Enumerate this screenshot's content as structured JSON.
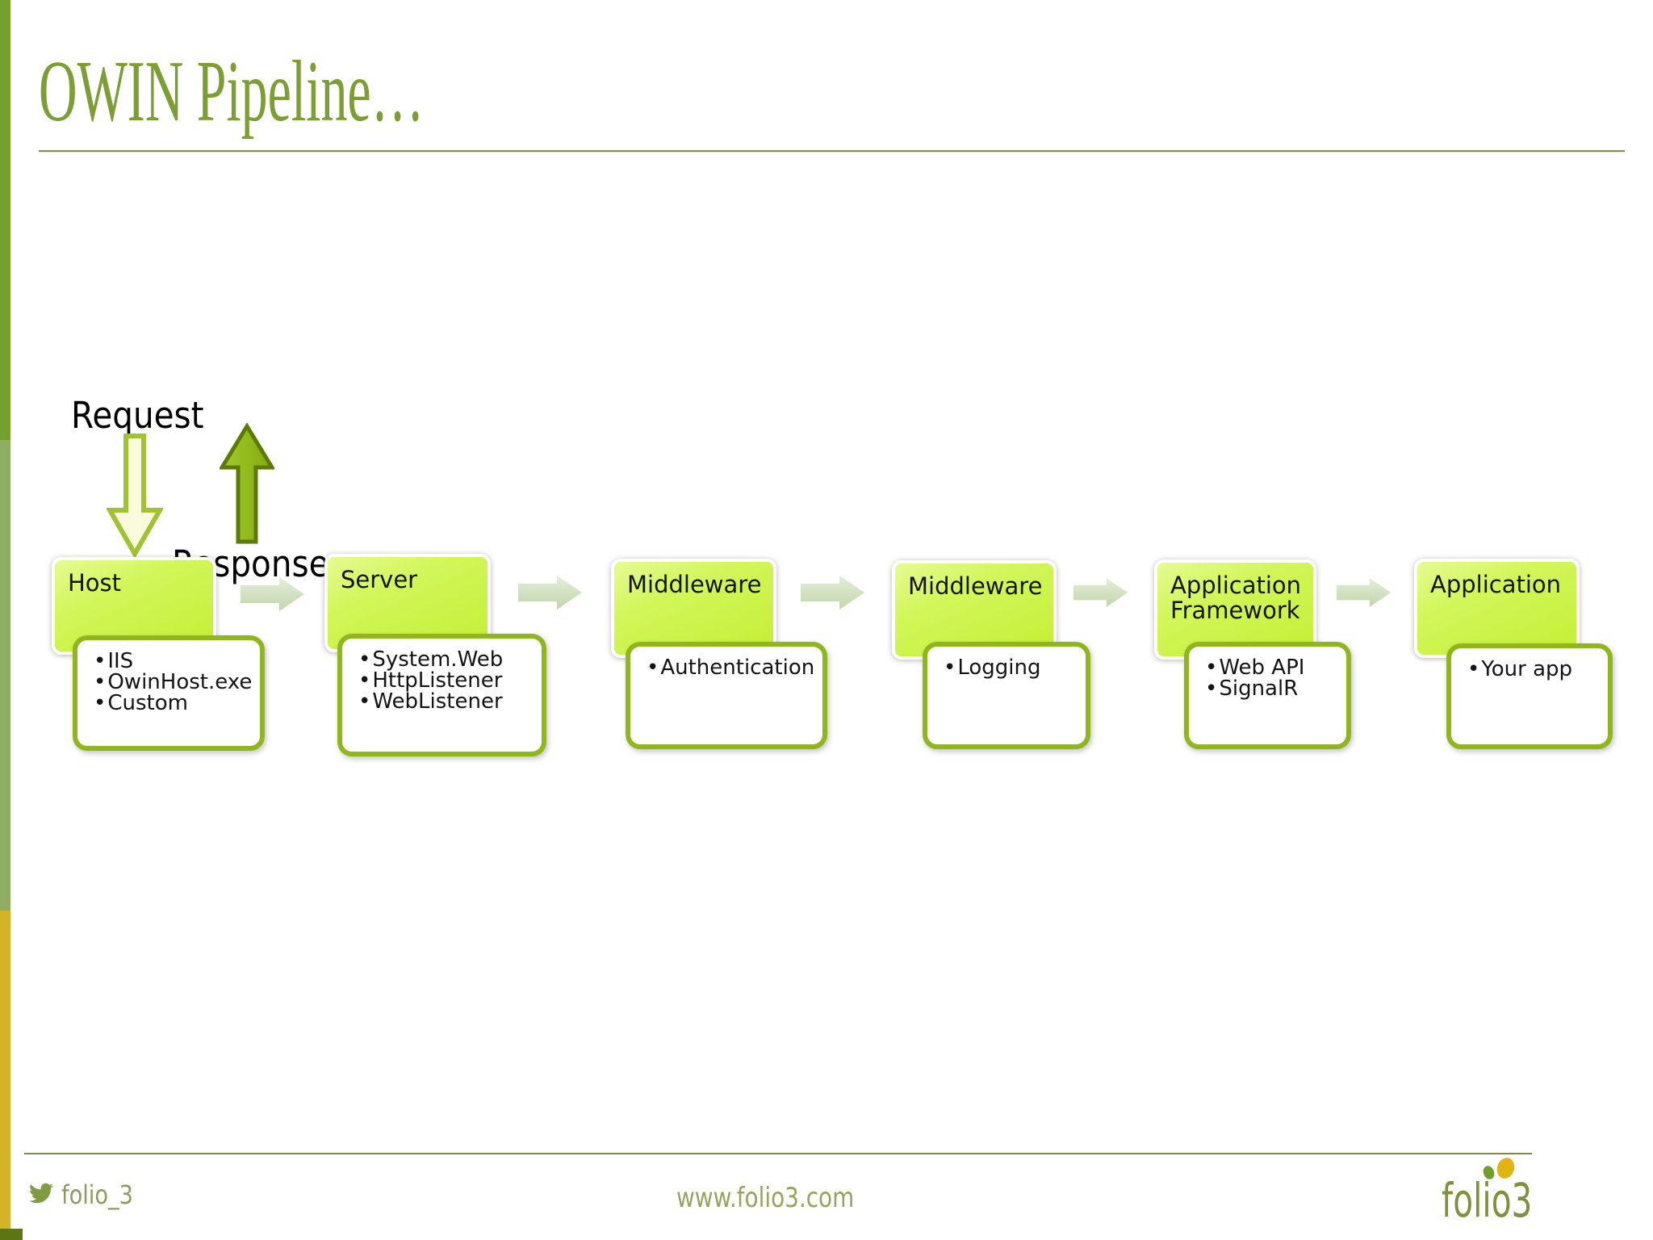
{
  "slide": {
    "title": "OWIN Pipeline…",
    "labels": {
      "request": "Request",
      "response": "Response"
    }
  },
  "pipeline": [
    {
      "title": "Host",
      "items": [
        "IIS",
        "OwinHost.exe",
        "Custom"
      ]
    },
    {
      "title": "Server",
      "items": [
        "System.Web",
        "HttpListener",
        "WebListener"
      ]
    },
    {
      "title": "Middleware",
      "items": [
        "Authentication"
      ]
    },
    {
      "title": "Middleware",
      "items": [
        "Logging"
      ]
    },
    {
      "title": "Application Framework",
      "items": [
        "Web API",
        "SignalR"
      ]
    },
    {
      "title": "Application",
      "items": [
        "Your app"
      ]
    }
  ],
  "footer": {
    "twitter_handle": "folio_3",
    "website": "www.folio3.com",
    "logo_text": "folio3"
  },
  "colors": {
    "title_olive": "#7d9e33",
    "bar_top": "#74a02c",
    "bar_middle": "#8fae62",
    "bar_bottom": "#d2b424",
    "stage_fill": "#c9f244",
    "stage_border": "#8fb61b",
    "flow_arrow_fill": "#cfe0bd",
    "request_arrow_fill": "#f9fbdc",
    "request_arrow_stroke": "#9fc332",
    "response_arrow_fill": "#8db117",
    "response_arrow_stroke": "#5e7a06",
    "footer_text": "#97a35e",
    "logo_dot_green": "#6f9f2a",
    "logo_dot_yellow": "#e2b40f"
  }
}
